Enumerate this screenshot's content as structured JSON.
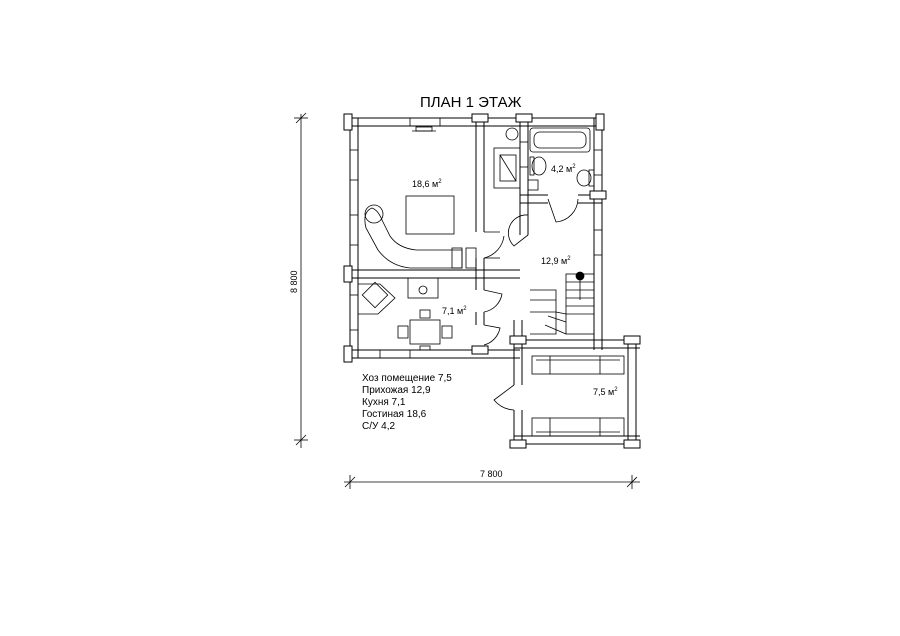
{
  "title": "ПЛАН 1 ЭТАЖ",
  "dimensions": {
    "width_label": "7 800",
    "height_label": "8 800"
  },
  "rooms": [
    {
      "id": "living",
      "area": "18,6",
      "unit": "м",
      "sup": "2"
    },
    {
      "id": "bath",
      "area": "4,2",
      "unit": "м",
      "sup": "2"
    },
    {
      "id": "hall",
      "area": "12,9",
      "unit": "м",
      "sup": "2"
    },
    {
      "id": "kitchen",
      "area": "7,1",
      "unit": "м",
      "sup": "2"
    },
    {
      "id": "utility",
      "area": "7,5",
      "unit": "м",
      "sup": "2"
    }
  ],
  "legend": [
    "Хоз помещение 7,5",
    "Прихожая 12,9",
    "Кухня 7,1",
    "Гостиная 18,6",
    "С/У 4,2"
  ]
}
